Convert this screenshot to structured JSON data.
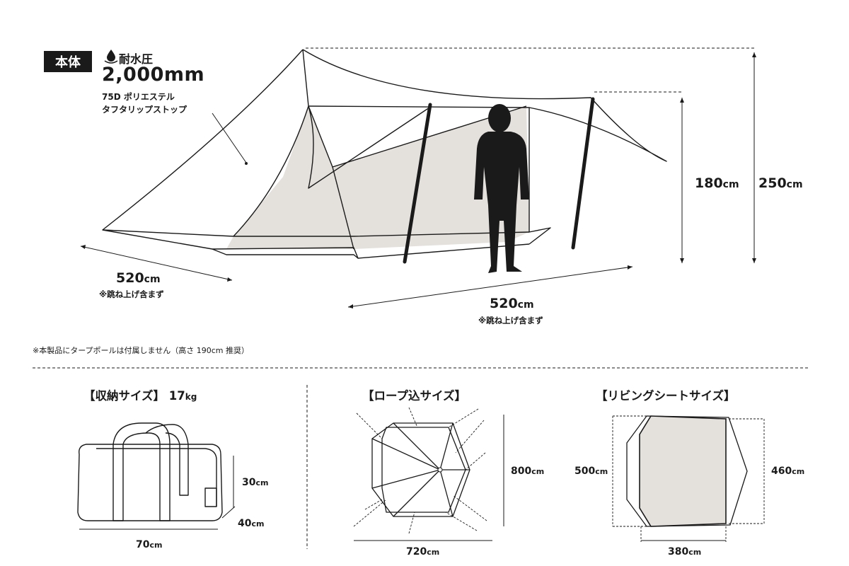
{
  "main_spec": {
    "badge": "本体",
    "waterproof_label": "耐水圧",
    "waterproof_value": "2,000mm",
    "material_line1": "75D ポリエステル",
    "material_line2": "タフタリップストップ"
  },
  "dimensions": {
    "depth_value": "520",
    "depth_unit": "cm",
    "depth_note": "※跳ね上げ含まず",
    "width_value": "520",
    "width_unit": "cm",
    "width_note": "※跳ね上げ含まず",
    "inner_height_value": "180",
    "inner_height_unit": "cm",
    "total_height_value": "250",
    "total_height_unit": "cm"
  },
  "footnote": "※本製品にタープポールは付属しません（高さ 190cm 推奨）",
  "storage": {
    "title": "【収納サイズ】",
    "weight_value": "17",
    "weight_unit": "kg",
    "height_value": "30",
    "height_unit": "cm",
    "depth_value": "40",
    "depth_unit": "cm",
    "width_value": "70",
    "width_unit": "cm"
  },
  "rope": {
    "title": "【ロープ込サイズ】",
    "height_value": "800",
    "height_unit": "cm",
    "width_value": "720",
    "width_unit": "cm"
  },
  "living_sheet": {
    "title": "【リビングシートサイズ】",
    "outer_value": "500",
    "outer_unit": "cm",
    "inner_value": "460",
    "inner_unit": "cm",
    "width_value": "380",
    "width_unit": "cm"
  },
  "colors": {
    "ink": "#1a1a1a",
    "fill_gray": "#e4e1dc"
  },
  "icons": {
    "waterproof": "water-drop-icon"
  }
}
